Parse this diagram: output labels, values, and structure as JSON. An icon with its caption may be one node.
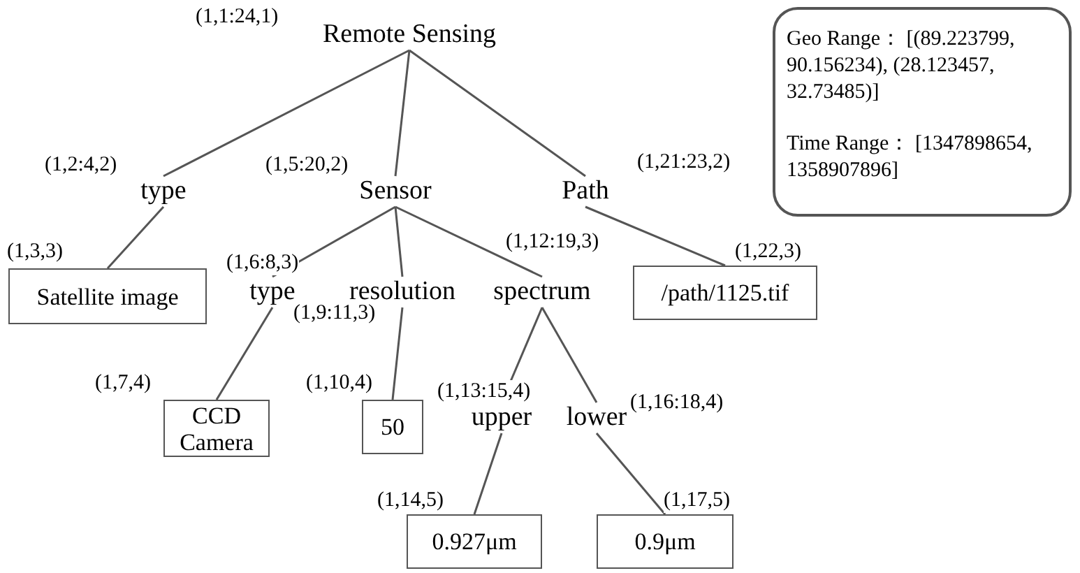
{
  "diagram": {
    "nodes": [
      {
        "text": [
          "Remote Sensing"
        ],
        "beside": [
          "(1,1:24,1)"
        ]
      },
      {
        "text": [
          "type"
        ],
        "beside": [
          "(1,2:4,2)"
        ]
      },
      {
        "text": [
          "Sensor"
        ],
        "beside": [
          "(1,5:20,2)"
        ]
      },
      {
        "text": [
          "Path"
        ],
        "beside": [
          "(1,21:23,2)"
        ]
      },
      {
        "text": [
          "Satellite image"
        ],
        "beside": [
          "(1,3,3)"
        ]
      },
      {
        "text": [
          "type"
        ],
        "beside": [
          "(1,6:8,3)"
        ]
      },
      {
        "text": [
          "resolution"
        ],
        "beside": [
          "(1,9:11,3)"
        ]
      },
      {
        "text": [
          "spectrum"
        ],
        "beside": [
          "(1,12:19,3)"
        ]
      },
      {
        "text": [
          "/path/1125.tif"
        ],
        "beside": [
          "(1,22,3)"
        ]
      },
      {
        "text": [
          "CCD Camera"
        ],
        "beside": [
          "(1,7,4)"
        ]
      },
      {
        "text": [
          "50"
        ],
        "beside": [
          "(1,10,4)"
        ]
      },
      {
        "text": [
          "upper"
        ],
        "beside": [
          "(1,13:15,4)"
        ]
      },
      {
        "text": [
          "lower"
        ],
        "beside": [
          "(1,16:18,4)"
        ]
      },
      {
        "text": [
          "0.927μm"
        ],
        "beside": [
          "(1,14,5)"
        ]
      },
      {
        "text": [
          "0.9μm"
        ],
        "beside": [
          "(1,17,5)"
        ]
      },
      {
        "text": [
          "Geo Range： [(89.223799, 90.156234), (28.123457, 32.73485)]",
          "Time Range： [1347898654, 1358907896]"
        ]
      }
    ],
    "edges": [
      {
        "from": 0,
        "to": 1,
        "arrow": "none"
      },
      {
        "from": 0,
        "to": 2,
        "arrow": "none"
      },
      {
        "from": 0,
        "to": 3,
        "arrow": "none"
      },
      {
        "from": 1,
        "to": 4,
        "arrow": "none"
      },
      {
        "from": 2,
        "to": 5,
        "arrow": "none"
      },
      {
        "from": 2,
        "to": 6,
        "arrow": "none"
      },
      {
        "from": 2,
        "to": 7,
        "arrow": "none"
      },
      {
        "from": 3,
        "to": 8,
        "arrow": "none"
      },
      {
        "from": 5,
        "to": 9,
        "arrow": "none"
      },
      {
        "from": 6,
        "to": 10,
        "arrow": "none"
      },
      {
        "from": 7,
        "to": 11,
        "arrow": "none"
      },
      {
        "from": 7,
        "to": 12,
        "arrow": "none"
      },
      {
        "from": 11,
        "to": 13,
        "arrow": "none"
      },
      {
        "from": 12,
        "to": 14,
        "arrow": "none"
      }
    ]
  }
}
